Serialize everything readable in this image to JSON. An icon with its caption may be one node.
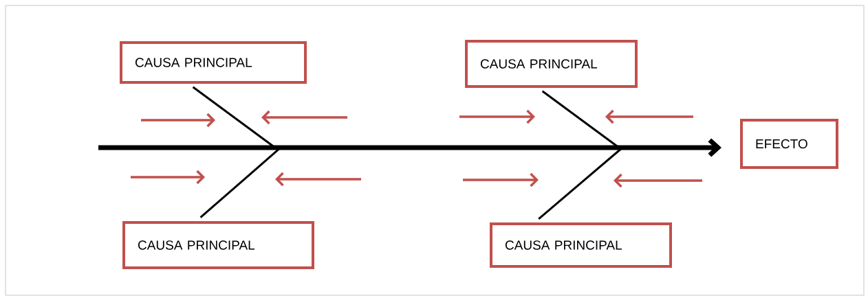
{
  "diagram": {
    "nodes": [
      {
        "text": [
          "CAUSA PRINCIPAL"
        ]
      },
      {
        "text": [
          "CAUSA PRINCIPAL"
        ]
      },
      {
        "text": [
          "EFECTO"
        ]
      },
      {
        "text": [
          "CAUSA PRINCIPAL"
        ]
      },
      {
        "text": [
          "CAUSA PRINCIPAL"
        ]
      }
    ],
    "edges": [
      {
        "from": null,
        "to": 2,
        "arrow": "to",
        "style": "thick"
      },
      {
        "from": 0,
        "to": null,
        "arrow": "none"
      },
      {
        "from": 3,
        "to": null,
        "arrow": "none"
      },
      {
        "from": 1,
        "to": null,
        "arrow": "none"
      },
      {
        "from": 4,
        "to": null,
        "arrow": "none"
      }
    ]
  }
}
